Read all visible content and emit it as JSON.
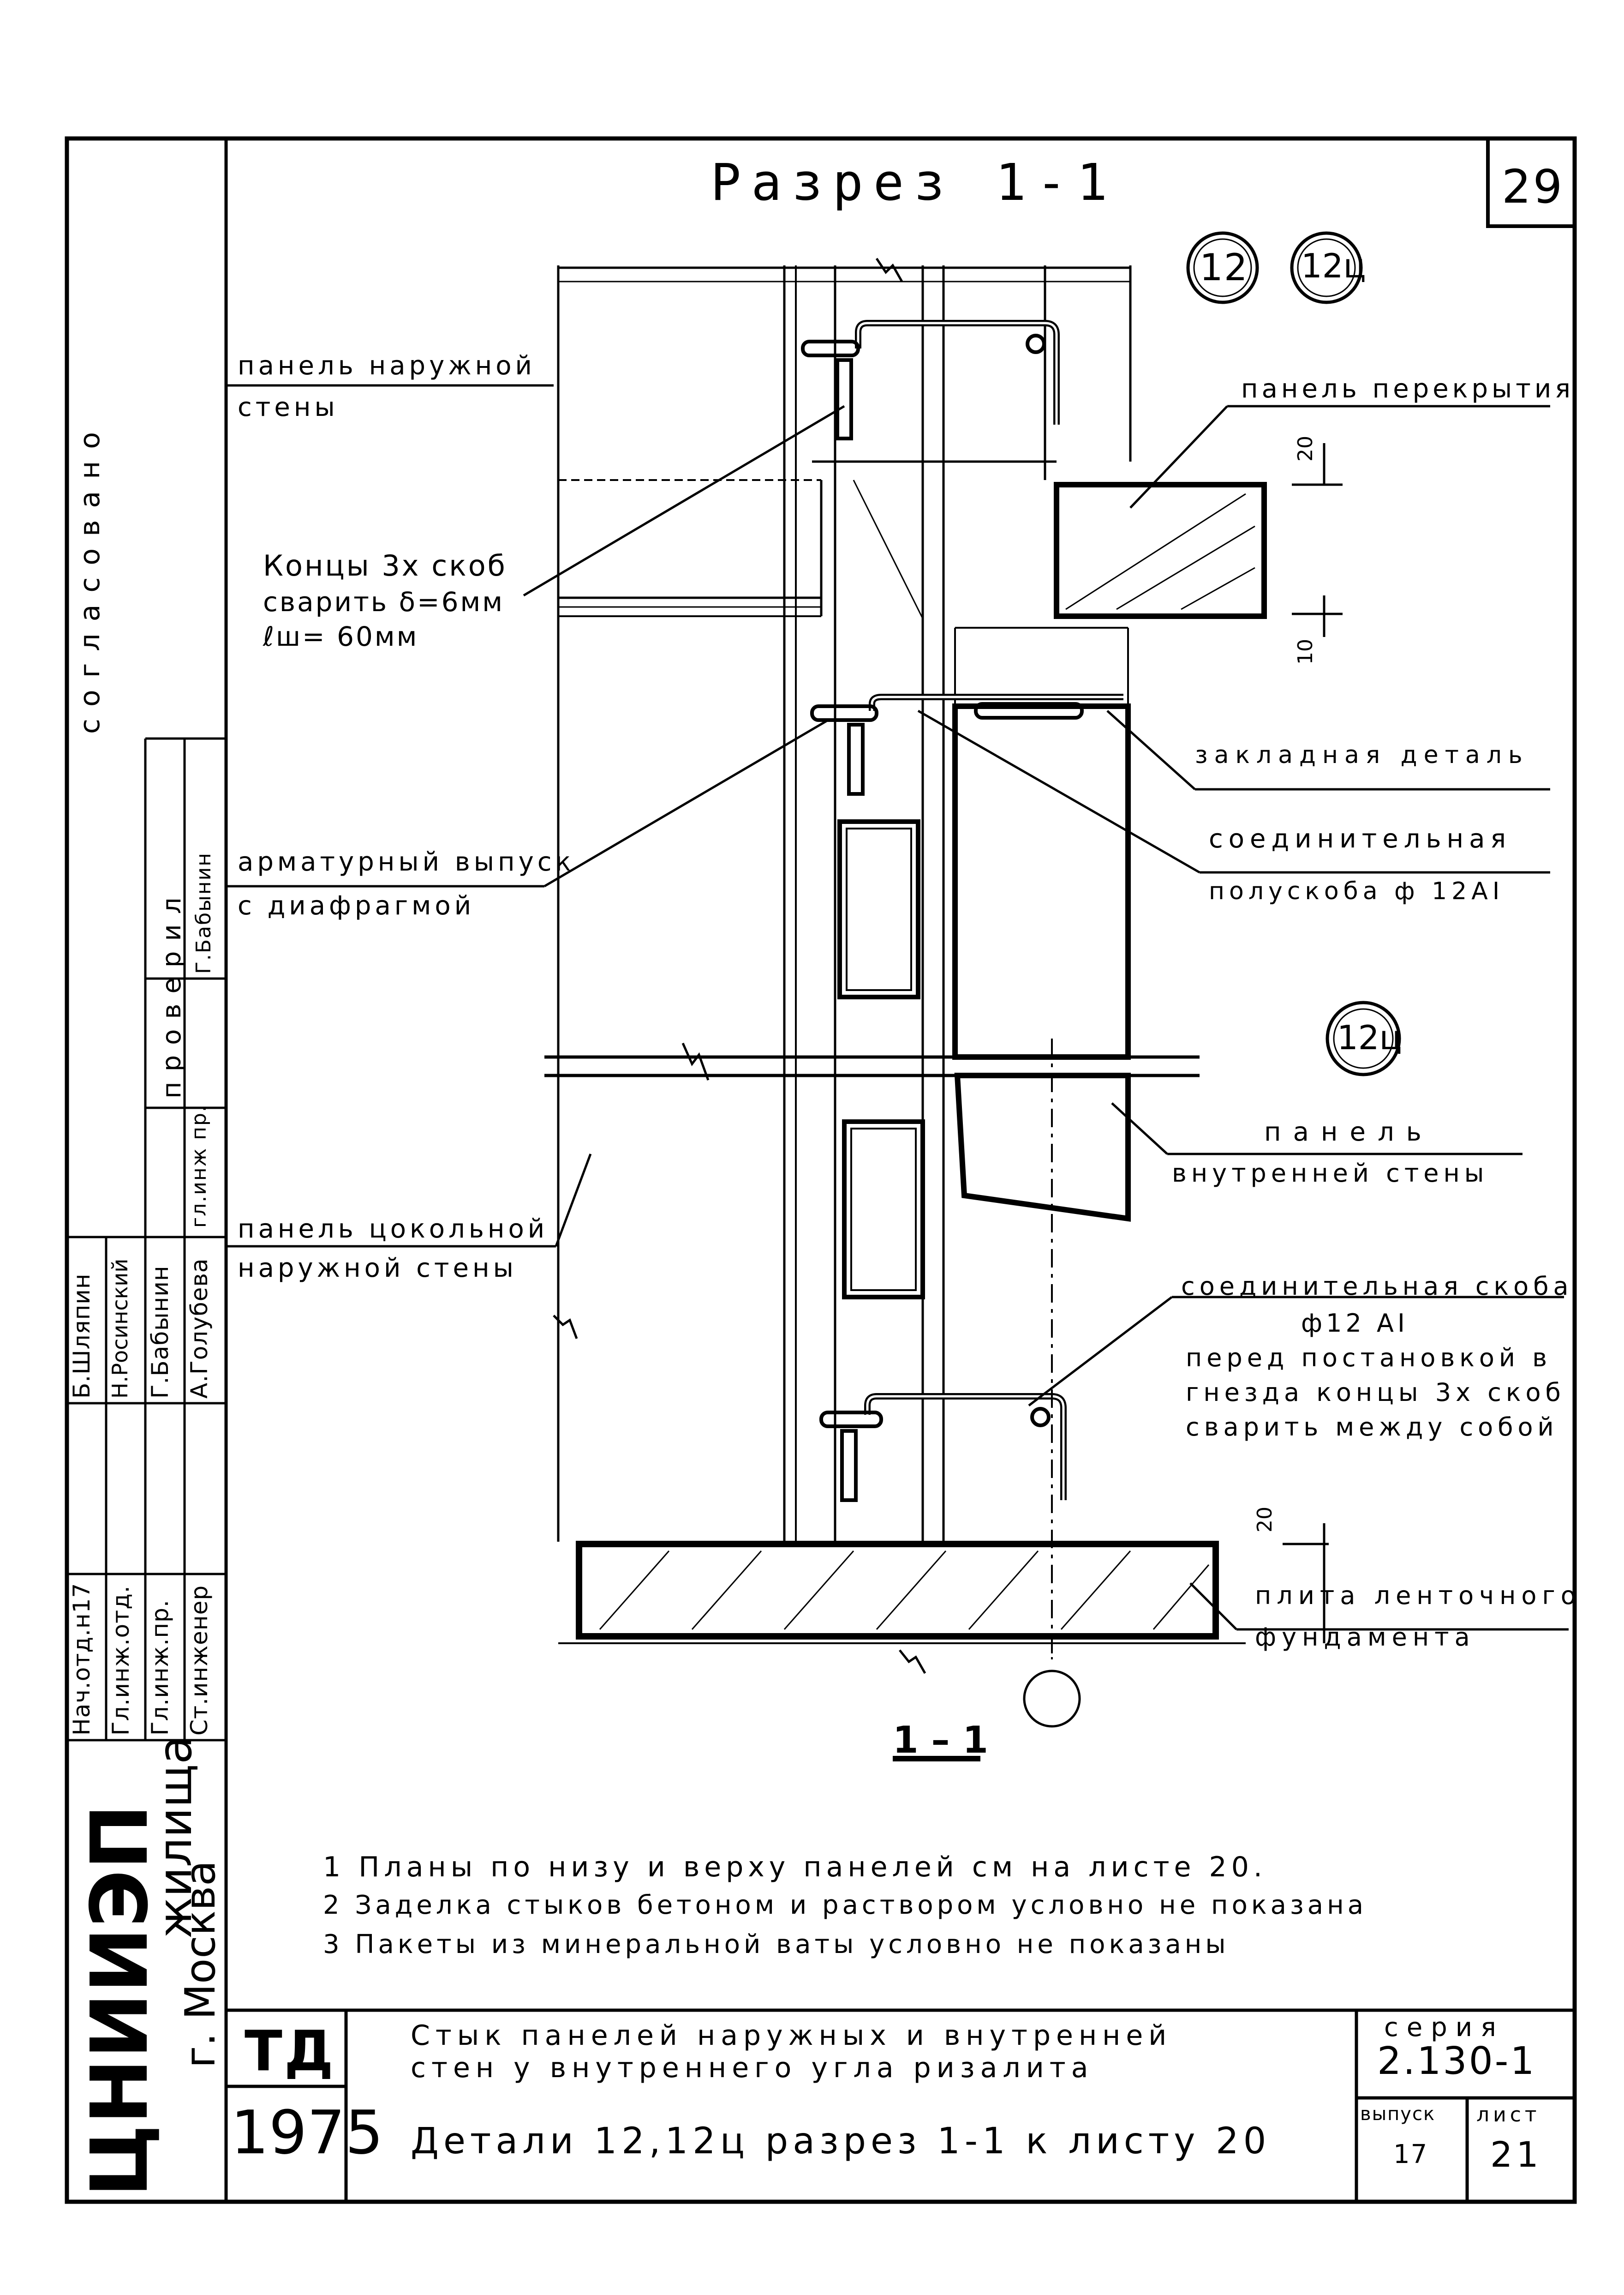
{
  "sheet": {
    "number": "29",
    "section_title": "Разрез 1-1",
    "section_mark": "1 – 1",
    "detail_refs": [
      "12",
      "12ц"
    ],
    "detail_ref_lower": "12ц"
  },
  "callouts": {
    "outer_wall_panel": [
      "панель наружной",
      "стены"
    ],
    "floor_panel": "панель перекрытия",
    "weld_note": [
      "Концы 3х скоб",
      "сварить δ=6мм",
      "ℓш= 60мм"
    ],
    "embedded_part": "закладная деталь",
    "half_bracket": [
      "соединительная",
      "полускоба ф 12АI"
    ],
    "rebar_outlet": [
      "арматурный выпуск",
      "с диафрагмой"
    ],
    "inner_wall_panel": [
      "панель",
      "внутренней стены"
    ],
    "plinth_panel": [
      "панель цокольной",
      "наружной стены"
    ],
    "bracket": [
      "соединительная скоба",
      "ф12 АI",
      "перед постановкой в",
      "гнезда концы 3х скоб",
      "сварить между собой"
    ],
    "foundation_slab": [
      "плита ленточного",
      "фундамента"
    ]
  },
  "dimensions": {
    "top_gap": "20",
    "bottom_gap": "10",
    "foundation_gap": "20"
  },
  "notes": [
    "1 Планы по низу и верху панелей см на листе 20.",
    "2 Заделка стыков бетоном и раствором условно не показана",
    "3 Пакеты из минеральной ваты условно не показаны"
  ],
  "title_block": {
    "code": "ТД",
    "year": "1975",
    "title_line1": "Стык панелей наружных и внутренней",
    "title_line2": "стен у внутреннего угла ризалита",
    "title_line3": "Детали 12,12ц разрез 1-1 к листу 20",
    "series_label": "серия",
    "series_value": "2.130-1",
    "issue_label": "выпуск",
    "issue_value": "17",
    "sheet_label": "лист",
    "sheet_value": "21",
    "org_abbr": "ЦНИИЭП",
    "org_name": "жилища",
    "city": "г. Москва"
  },
  "side_panel": {
    "agreed": "согласовано",
    "checked_role": "проверил",
    "checked_position": "гл.инж пр.",
    "checked_name": "Г.Бабынин",
    "roles": [
      "Нач.отд.н17",
      "Гл.инж.отд.",
      "Гл.инж.пр.",
      "Ст.инженер"
    ],
    "names": [
      "Б.Шляпин",
      "Н.Росинский",
      "Г.Бабынин",
      "А.Голубева"
    ]
  }
}
